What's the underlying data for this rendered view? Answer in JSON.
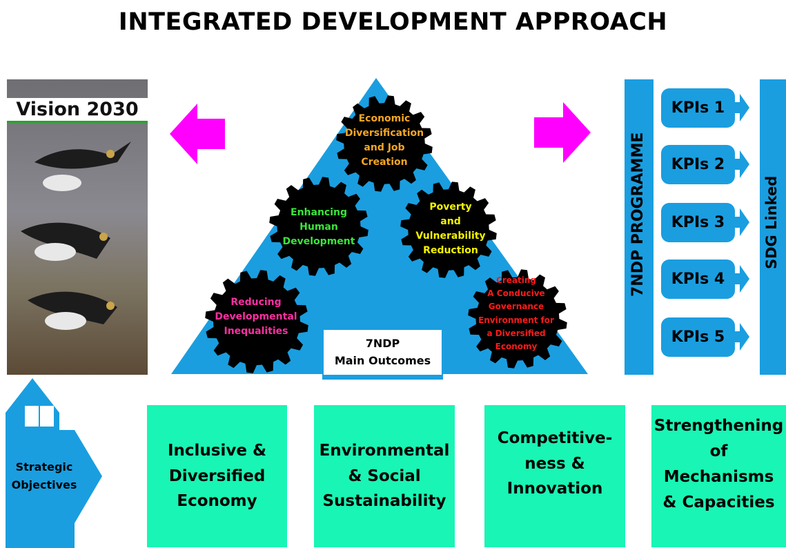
{
  "title": "INTEGRATED DEVELOPMENT APPROACH",
  "vision": {
    "label": "Vision 2030"
  },
  "outcomes": {
    "center_label": "7NDP\nMain Outcomes",
    "gears": [
      {
        "text": "Economic\nDiversification\nand Job\nCreation",
        "color": "#f5a623"
      },
      {
        "text": "Enhancing\nHuman\nDevelopment",
        "color": "#39e639"
      },
      {
        "text": "Poverty\nand\nVulnerability\nReduction",
        "color": "#f5f500"
      },
      {
        "text": "Reducing\nDevelopmental\nInequalities",
        "color": "#ff2fa3"
      },
      {
        "text": "Creating\nA Conducive\nGovernance\nEnvironment for\na Diversified\nEconomy",
        "color": "#ff1a1a"
      }
    ]
  },
  "programme_label": "7NDP PROGRAMME",
  "sdg_label": "SDG Linked",
  "kpis": [
    "KPIs 1",
    "KPIs 2",
    "KPIs 3",
    "KPIs 4",
    "KPIs 5"
  ],
  "strategic": {
    "label": "Strategic\nObjectives"
  },
  "objectives": [
    "Inclusive &\nDiversified\nEconomy",
    "Environmental\n& Social\nSustainability",
    "Competitive-\nness &\nInnovation",
    "Strengthening\nof\nMechanisms\n& Capacities"
  ],
  "colors": {
    "blue": "#1a9ee0",
    "magenta": "#ff00ff",
    "teal": "#19f5b4",
    "gear": "#000000"
  }
}
